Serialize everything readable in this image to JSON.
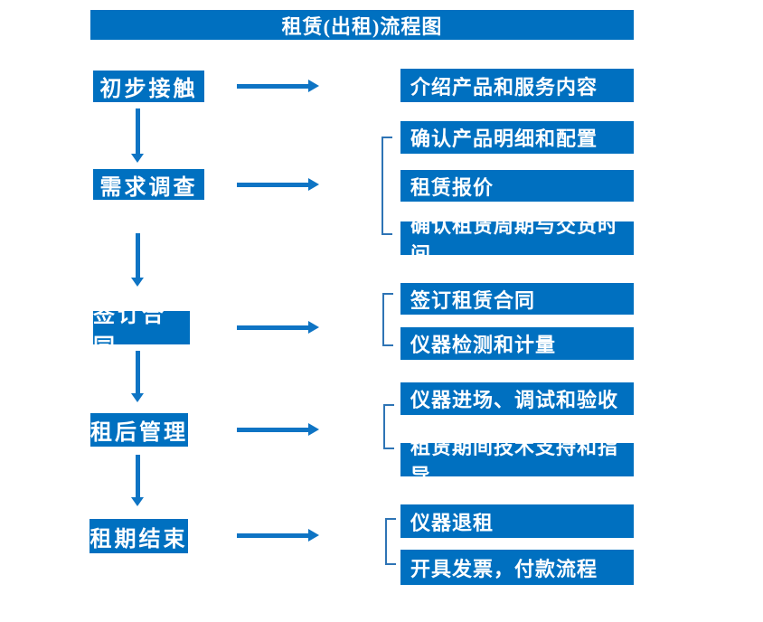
{
  "title": "租赁(出租)流程图",
  "colors": {
    "box_blue": "#0070C0",
    "arrow_blue": "#0E74C4",
    "bracket_blue": "#2E74B5",
    "text_white": "#FFFFFF",
    "background": "#FFFFFF"
  },
  "stages": [
    {
      "label": "初步接触",
      "outputs": [
        "介绍产品和服务内容"
      ]
    },
    {
      "label": "需求调查",
      "outputs": [
        "确认产品明细和配置",
        "租赁报价",
        "确认租赁周期与交货时间"
      ]
    },
    {
      "label": "签订合同",
      "outputs": [
        "签订租赁合同",
        "仪器检测和计量"
      ]
    },
    {
      "label": "租后管理",
      "outputs": [
        "仪器进场、调试和验收",
        "租赁期间技术支持和指导"
      ]
    },
    {
      "label": "租期结束",
      "outputs": [
        "仪器退租",
        "开具发票，付款流程"
      ]
    }
  ]
}
